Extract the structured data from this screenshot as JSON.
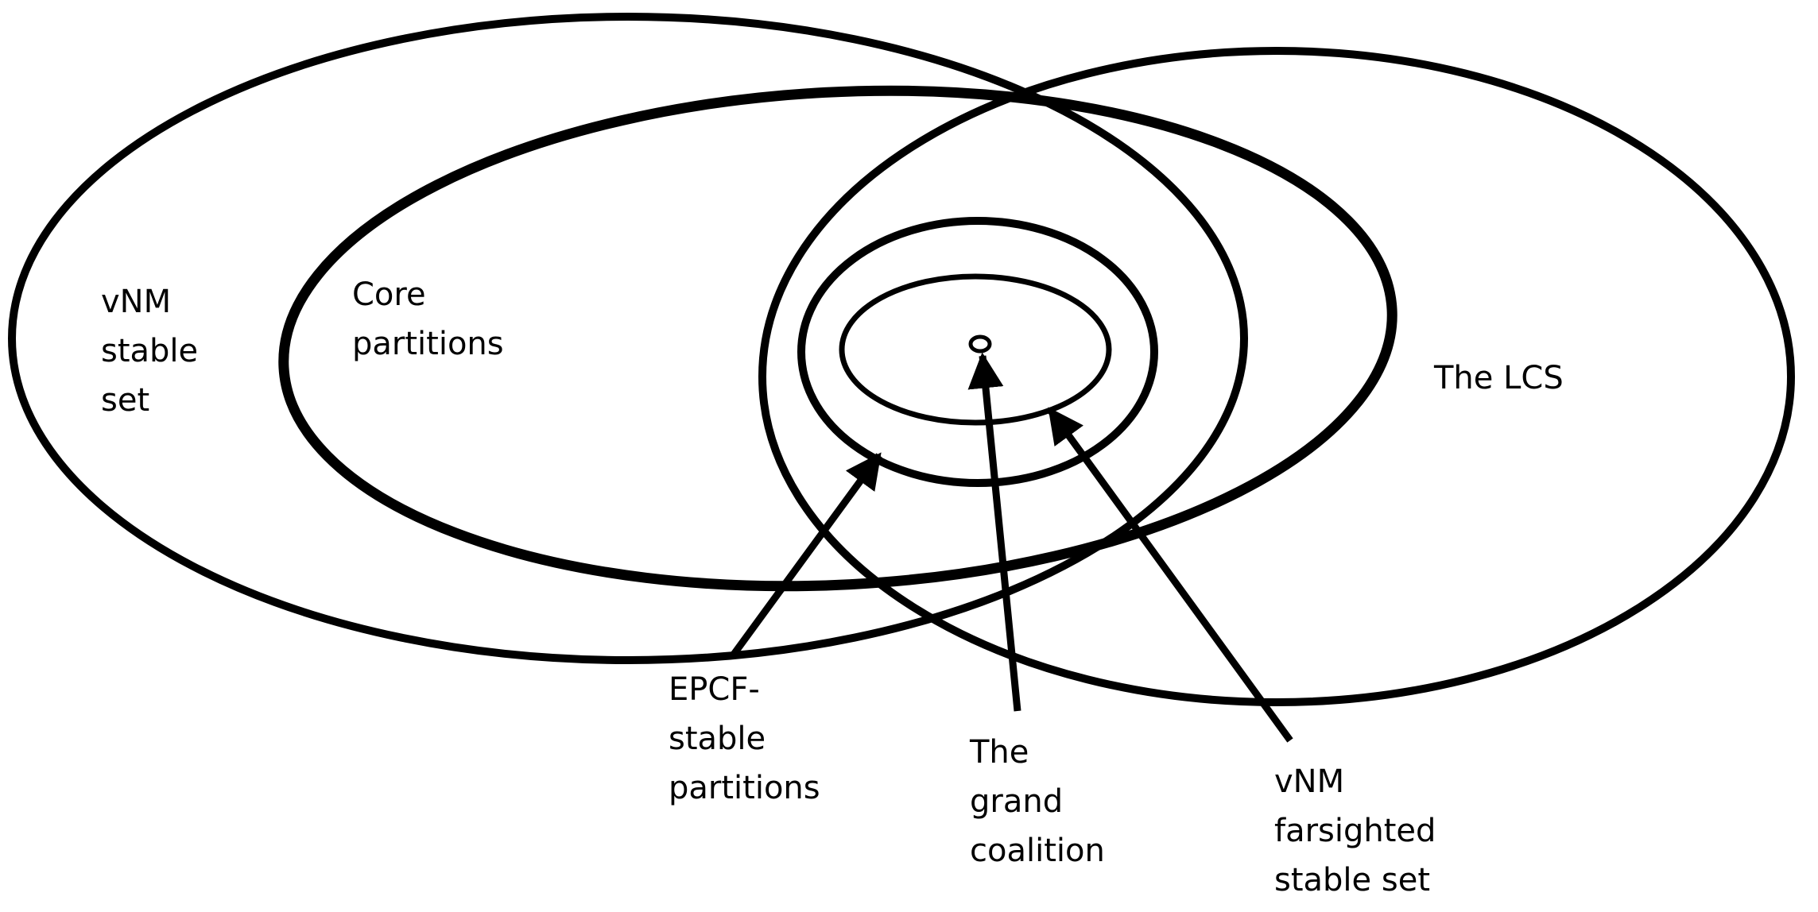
{
  "diagram": {
    "stroke_color": "#000000",
    "background": "#ffffff",
    "labels": {
      "vnm_stable_set": [
        "vNM",
        "stable",
        "set"
      ],
      "core_partitions": [
        "Core",
        "partitions"
      ],
      "lcs": [
        "The LCS"
      ],
      "epcf": [
        "EPCF-",
        "stable",
        "partitions"
      ],
      "grand_coalition": [
        "The",
        "grand",
        "coalition"
      ],
      "vnm_farsighted": [
        "vNM",
        "farsighted",
        "stable set"
      ]
    }
  }
}
